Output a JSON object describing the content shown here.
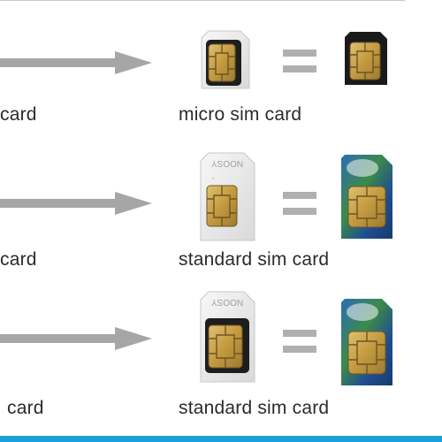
{
  "rows": [
    {
      "left_label": "card",
      "adapter_label": "micro sim card",
      "adapter_text": "",
      "card_style": "black"
    },
    {
      "left_label": "card",
      "adapter_label": "standard sim card",
      "adapter_text": "NOOSY",
      "card_style": "blue"
    },
    {
      "left_label": "card",
      "adapter_label": "standard sim card",
      "adapter_text": "NOOSY",
      "card_style": "blue"
    }
  ],
  "icons": {
    "arrow": "right-arrow-icon",
    "equals": "equals-sign-icon",
    "chip": "sim-chip-icon"
  },
  "colors": {
    "arrow": "#a6a6a6",
    "equals": "#b0b0b0",
    "chip_gold": "#c9a24a",
    "chip_dark": "#6e5522",
    "adapter_white": "#f2f2f2",
    "card_blue": "#1e4f8c",
    "accent_bar": "#1aa0d8"
  }
}
